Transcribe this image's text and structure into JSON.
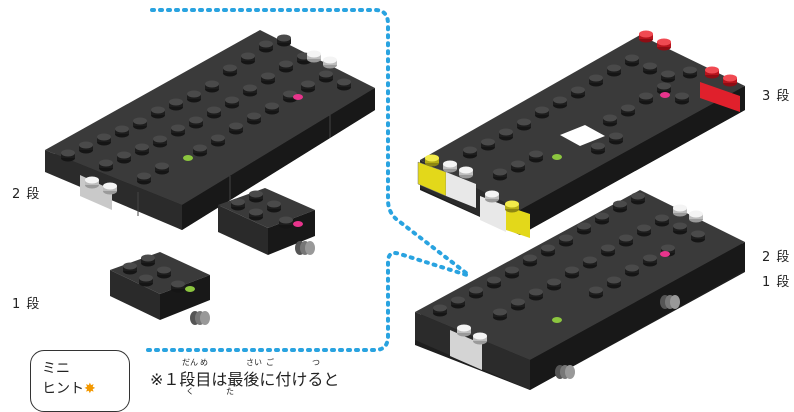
{
  "labels": {
    "left_2": "2 段",
    "left_1": "1 段",
    "right_3": "3 段",
    "right_2": "2 段",
    "right_1": "1 段"
  },
  "hint": {
    "box_line1": "ミニ",
    "box_line2": "ヒント",
    "note": "※１段目は最後に付けると",
    "ruby_dan": "だん",
    "ruby_me": "め",
    "ruby_sai": "さい",
    "ruby_go": "ご",
    "ruby_tsu": "つ",
    "ruby_ku": "く",
    "ruby_ta": "た"
  },
  "colors": {
    "brick_top": "#3a3a3a",
    "brick_side": "#1e1e1e",
    "brick_front": "#2a2a2a",
    "white_brick": "#e6e6e6",
    "red_brick": "#e0202c",
    "yellow_brick": "#e3d81a",
    "pink_dot": "#e8348c",
    "green_dot": "#8cc63f",
    "dotted_line": "#29a3e0",
    "hint_accent": "#f39800"
  },
  "icons": {
    "hint_spark": "sparkle-icon"
  }
}
